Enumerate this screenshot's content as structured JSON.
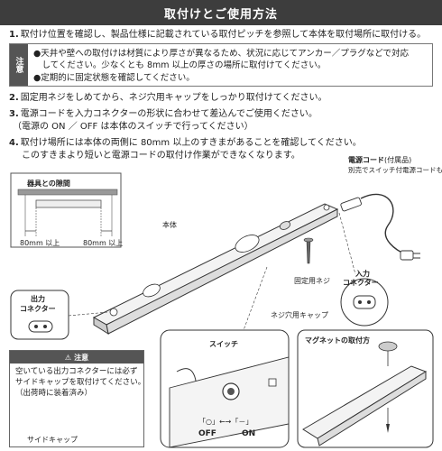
{
  "header": {
    "title": "取付けとご使用方法"
  },
  "steps": [
    {
      "num": "1.",
      "lines": [
        "取付け位置を確認し、製品仕様に記載されている取付ピッチを参照して本体を取付場所に取付ける。"
      ]
    },
    {
      "num": "2.",
      "lines": [
        "固定用ネジをしめてから、ネジ穴用キャップをしっかり取付けてください。"
      ]
    },
    {
      "num": "3.",
      "lines": [
        "電源コードを入力コネクターの形状に合わせて差込んでご使用ください。",
        "（電源の ON ／ OFF は本体のスイッチで行ってください）"
      ]
    },
    {
      "num": "4.",
      "lines": [
        "取付け場所には本体の両側に 80mm 以上のすきまがあることを確認してください。",
        "このすきまより短いと電源コードの取付け作業ができなくなります。"
      ]
    }
  ],
  "note": {
    "tag": "注意",
    "lines": [
      "●天井や壁への取付けは材質により厚さが異なるため、状況に応じてアンカー／プラグなどで対応",
      "　してください。少なくとも 8mm 以上の厚さの場所に取付けてください。",
      "●定期的に固定状態を確認してください。"
    ]
  },
  "diagram": {
    "clearance_title": "器具との隙間",
    "left_gap": "80mm 以上",
    "right_gap": "80mm 以上",
    "body_label": "本体",
    "cord_label": "電源コード",
    "cord_sub": "(付属品)",
    "cord_note": "別売でスイッチ付電源コードも",
    "screw_label": "固定用ネジ",
    "cap_label": "ネジ穴用キャップ",
    "input_label_1": "入力",
    "input_label_2": "コネクター",
    "output_label_1": "出力",
    "output_label_2": "コネクター",
    "switch_label": "スイッチ",
    "switch_state_text": "「○」←→「－」",
    "off_label": "OFF",
    "on_label": "ON",
    "magnet_label": "マグネットの取付方",
    "side_cap_label": "サイドキャップ"
  },
  "caution": {
    "title": "注意",
    "lines": [
      "空いている出力コネクターには必ず",
      "サイドキャップを取付けてください。",
      "（出荷時に装着済み）"
    ]
  }
}
